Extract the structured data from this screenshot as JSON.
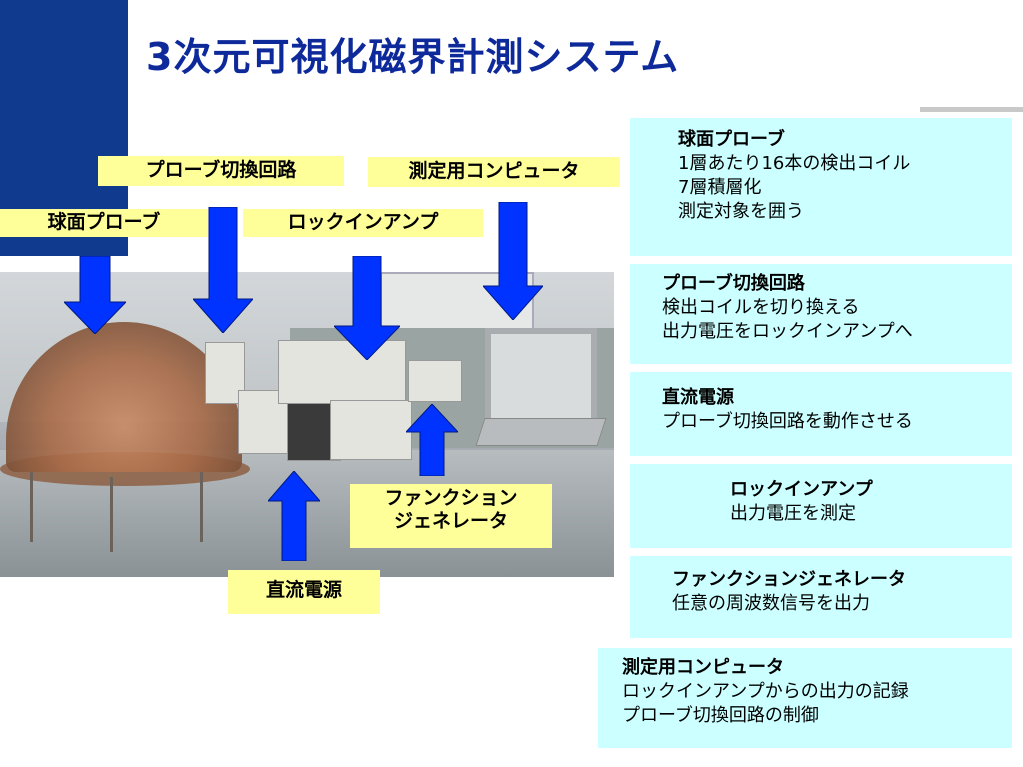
{
  "slide": {
    "title": "3次元可視化磁界計測システム",
    "accent_color": "#0f3a8e",
    "title_color": "#0e2a9a",
    "label_bg": "#ffff99",
    "panel_bg": "#ccffff",
    "arrow_color": "#0033ff"
  },
  "labels": {
    "probe_switch": "プローブ切換回路",
    "computer": "測定用コンピュータ",
    "sphere_probe": "球面プローブ",
    "lockin": "ロックインアンプ",
    "function_gen_line1": "ファンクション",
    "function_gen_line2": "ジェネレータ",
    "dc_power": "直流電源"
  },
  "panels": [
    {
      "heading": "球面プローブ",
      "lines": [
        "1層あたり16本の検出コイル",
        "7層積層化",
        "測定対象を囲う"
      ]
    },
    {
      "heading": "プローブ切換回路",
      "lines": [
        "検出コイルを切り換える",
        "出力電圧をロックインアンプへ"
      ]
    },
    {
      "heading": "直流電源",
      "lines": [
        "プローブ切換回路を動作させる"
      ]
    },
    {
      "heading": "ロックインアンプ",
      "lines": [
        "出力電圧を測定"
      ]
    },
    {
      "heading": "ファンクションジェネレータ",
      "lines": [
        "任意の周波数信号を出力"
      ]
    },
    {
      "heading": "測定用コンピュータ",
      "lines": [
        "ロックインアンプからの出力の記録",
        "プローブ切換回路の制御"
      ]
    }
  ]
}
